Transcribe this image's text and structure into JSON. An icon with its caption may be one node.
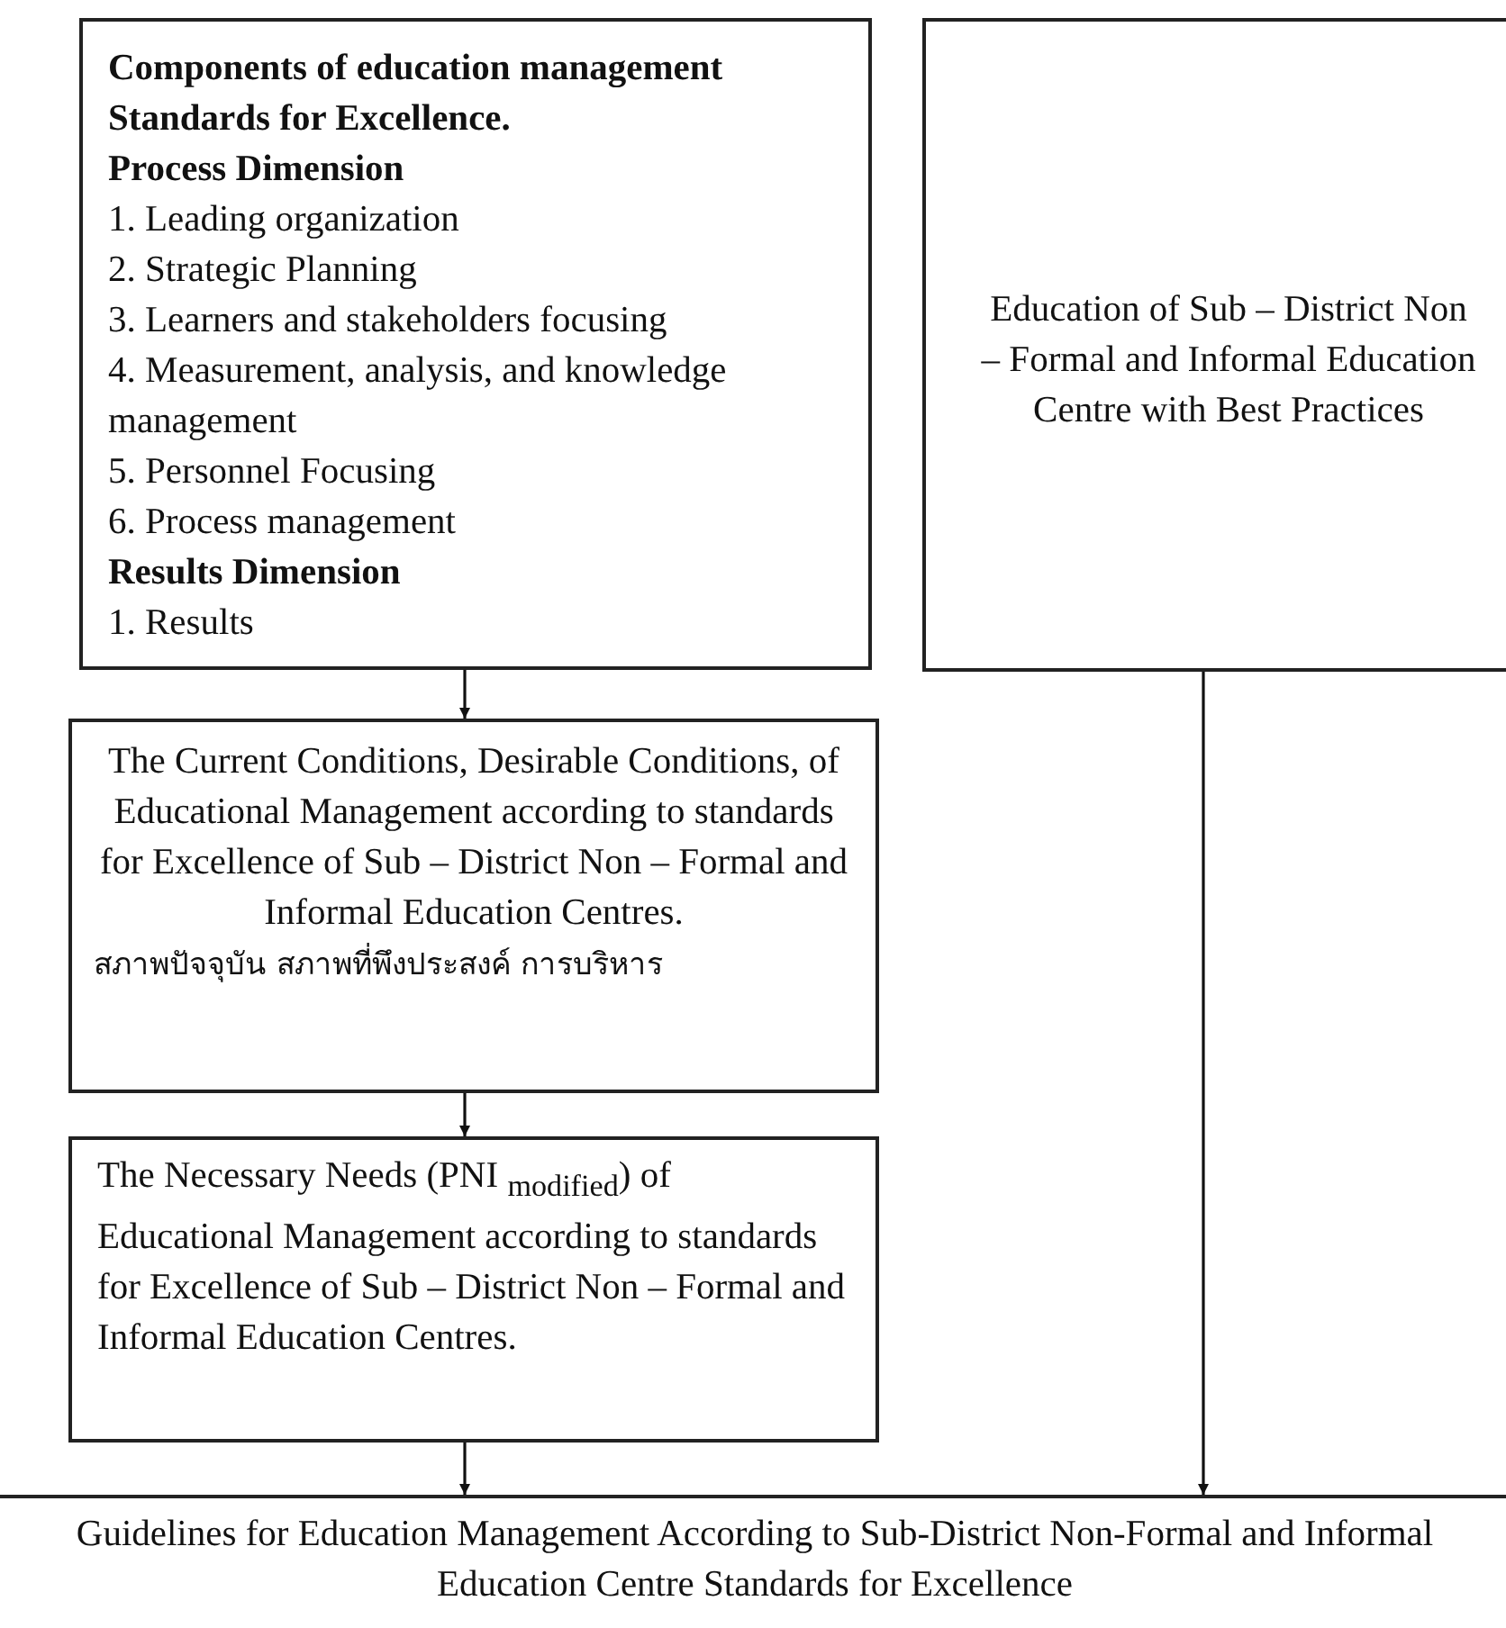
{
  "diagram": {
    "nodes": [
      {
        "text": [
          "Components of education management Standards for Excellence.",
          "Process Dimension",
          "1. Leading organization",
          "2. Strategic Planning",
          "3. Learners and stakeholders focusing",
          "4. Measurement, analysis, and knowledge management",
          "5. Personnel Focusing",
          "6. Process management",
          "Results Dimension",
          "1. Results"
        ]
      },
      {
        "text": [
          "Education of Sub – District Non – Formal and Informal Education Centre with Best Practices"
        ]
      },
      {
        "text": [
          "The Current Conditions, Desirable Conditions, of Educational Management according to standards for Excellence of Sub – District Non – Formal and Informal Education Centres.",
          "สภาพปัจจุบัน สภาพที่พึงประสงค์ การบริหาร"
        ]
      },
      {
        "text": [
          "The Necessary Needs (PNI $_{modified}$) of Educational Management according to standards for Excellence of Sub – District Non – Formal and Informal Education Centres."
        ]
      },
      {
        "text": [
          "Guidelines for Education Management According to Sub-District Non-Formal and Informal Education Centre Standards for Excellence"
        ]
      }
    ],
    "edges": [
      {
        "from": 0,
        "to": 2,
        "arrow": "to"
      },
      {
        "from": 2,
        "to": 3,
        "arrow": "to"
      },
      {
        "from": 3,
        "to": 4,
        "arrow": "to"
      },
      {
        "from": 1,
        "to": 4,
        "arrow": "to"
      }
    ]
  }
}
